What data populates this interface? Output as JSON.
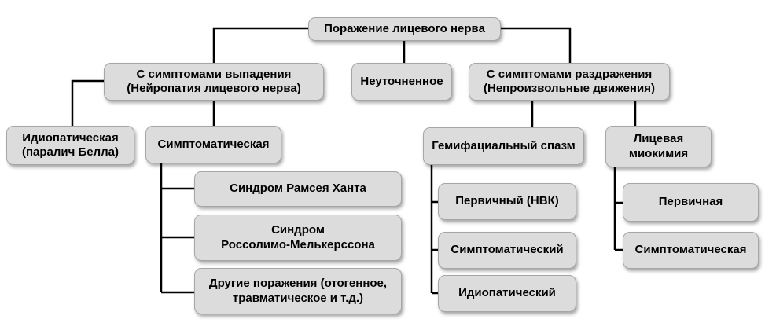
{
  "diagram": {
    "type": "hierarchy-flowchart",
    "language": "ru",
    "colors": {
      "node_fill": "#dcdcdc",
      "node_border": "#a6a6a6",
      "connector": "#000000",
      "background": "#ffffff",
      "text": "#000000"
    },
    "nodes": {
      "root": {
        "label": "Поражение лицевого нерва",
        "children": [
          "loss",
          "unspecified",
          "irritation"
        ]
      },
      "loss": {
        "label": "С симптомами выпадения\n(Нейропатия лицевого нерва)",
        "children": [
          "idiopathic_bell",
          "symptomatic"
        ]
      },
      "unspecified": {
        "label": "Неуточненное",
        "children": []
      },
      "irritation": {
        "label": "С симптомами раздражения\n(Непроизвольные движения)",
        "children": [
          "hemifacial_spasm",
          "facial_myokymia"
        ]
      },
      "idiopathic_bell": {
        "label": "Идиопатическая\n(паралич Белла)",
        "children": []
      },
      "symptomatic": {
        "label": "Симптоматическая",
        "children": [
          "ramsay_hunt",
          "rossolimo_melkersson",
          "other_lesions"
        ]
      },
      "ramsay_hunt": {
        "label": "Синдром Рамсея Ханта",
        "children": []
      },
      "rossolimo_melkersson": {
        "label": "Синдром\nРоссолимо-Мелькерссона",
        "children": []
      },
      "other_lesions": {
        "label": "Другие поражения (отогенное,\nтравматическое и т.д.)",
        "children": []
      },
      "hemifacial_spasm": {
        "label": "Гемифациальный спазм",
        "children": [
          "hs_primary",
          "hs_symptomatic",
          "hs_idiopathic"
        ]
      },
      "facial_myokymia": {
        "label": "Лицевая\nмиокимия",
        "children": [
          "fm_primary",
          "fm_symptomatic"
        ]
      },
      "hs_primary": {
        "label": "Первичный (НВК)",
        "children": []
      },
      "hs_symptomatic": {
        "label": "Симптоматический",
        "children": []
      },
      "hs_idiopathic": {
        "label": "Идиопатический",
        "children": []
      },
      "fm_primary": {
        "label": "Первичная",
        "children": []
      },
      "fm_symptomatic": {
        "label": "Симптоматическая",
        "children": []
      }
    }
  }
}
